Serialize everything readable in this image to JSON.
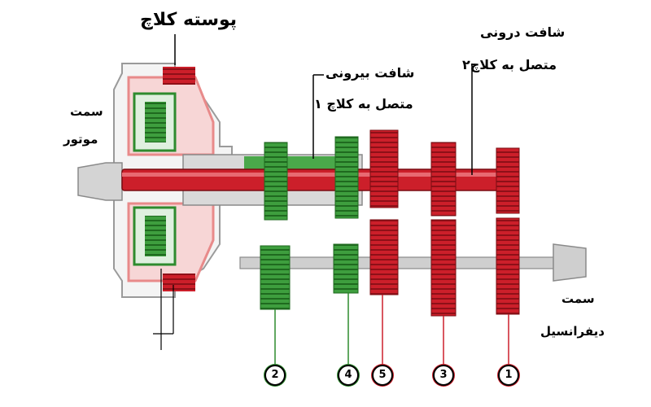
{
  "labels": {
    "title": "پوسته کلاچ",
    "inner_shaft_line1": "شافت درونی",
    "inner_shaft_line2": "متصل به کلاچ۲",
    "outer_shaft_line1": "شافت بیرونی",
    "outer_shaft_line2": "متصل به کلاچ ۱",
    "engine_side_line1": "سمت",
    "engine_side_line2": "موتور",
    "diff_side_line1": "سمت",
    "diff_side_line2": "دیفرانسیل"
  },
  "gear_numbers": [
    {
      "num": "2",
      "color": "#2e8b2e"
    },
    {
      "num": "4",
      "color": "#2e8b2e"
    },
    {
      "num": "5",
      "color": "#cc1f2a"
    },
    {
      "num": "3",
      "color": "#cc1f2a"
    },
    {
      "num": "1",
      "color": "#cc1f2a"
    }
  ],
  "colors": {
    "red": "#cc1f2a",
    "green": "#2e8b2e",
    "gray": "#b8b8b8",
    "pink": "#e88a8a"
  }
}
